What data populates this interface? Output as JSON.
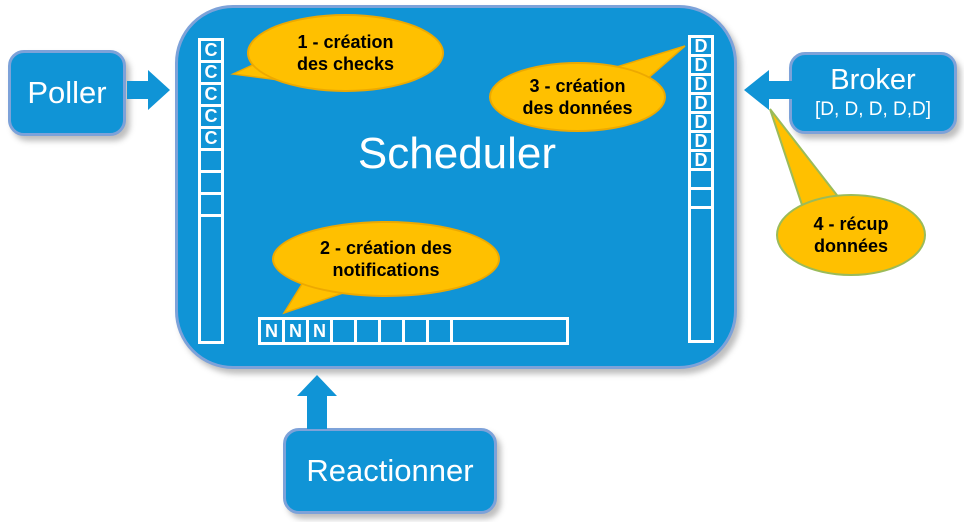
{
  "diagram": {
    "title": "Scheduler",
    "nodes": {
      "poller": {
        "label": "Poller"
      },
      "broker": {
        "label": "Broker",
        "sublabel": "[D, D, D, D,D]"
      },
      "reactionner": {
        "label": "Reactionner"
      }
    },
    "queues": {
      "checks": {
        "cells": [
          "C",
          "C",
          "C",
          "C",
          "C",
          "",
          "",
          "",
          ""
        ]
      },
      "data": {
        "cells": [
          "D",
          "D",
          "D",
          "D",
          "D",
          "D",
          "D",
          "",
          "",
          ""
        ]
      },
      "notifications": {
        "cells": [
          "N",
          "N",
          "N",
          "",
          "",
          "",
          "",
          "",
          ""
        ]
      }
    },
    "callouts": [
      {
        "id": "1",
        "text": "1 - création\ndes checks"
      },
      {
        "id": "2",
        "text": "2 - création des\nnotifications"
      },
      {
        "id": "3",
        "text": "3 - création\ndes données"
      },
      {
        "id": "4",
        "text": "4 - récup\ndonnées"
      }
    ],
    "colors": {
      "node_fill": "#1094d6",
      "node_border": "#7da2d9",
      "callout_fill": "#ffc000",
      "callout_border": "#eda900",
      "callout4_border": "#9bbb59",
      "text_on_blue": "#ffffff",
      "text_on_callout": "#000000"
    }
  }
}
